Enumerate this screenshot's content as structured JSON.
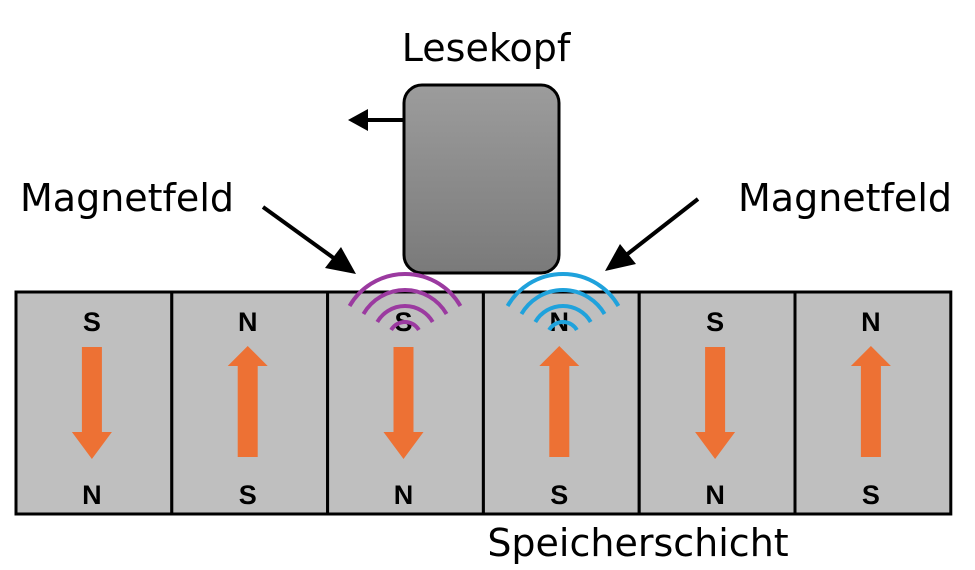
{
  "labels": {
    "head": "Lesekopf",
    "field_left": "Magnetfeld",
    "field_right": "Magnetfeld",
    "layer": "Speicherschicht"
  },
  "colors": {
    "cell_fill": "#bfbfbf",
    "arrow": "#ed7134",
    "field_left": "#9b3aa0",
    "field_right": "#1fa2dc",
    "head_top": "#9c9c9c",
    "head_bottom": "#7a7a7a"
  },
  "cells": [
    {
      "top": "S",
      "bottom": "N",
      "direction": "down"
    },
    {
      "top": "N",
      "bottom": "S",
      "direction": "up"
    },
    {
      "top": "S",
      "bottom": "N",
      "direction": "down"
    },
    {
      "top": "N",
      "bottom": "S",
      "direction": "up"
    },
    {
      "top": "S",
      "bottom": "N",
      "direction": "down"
    },
    {
      "top": "N",
      "bottom": "S",
      "direction": "up"
    }
  ]
}
